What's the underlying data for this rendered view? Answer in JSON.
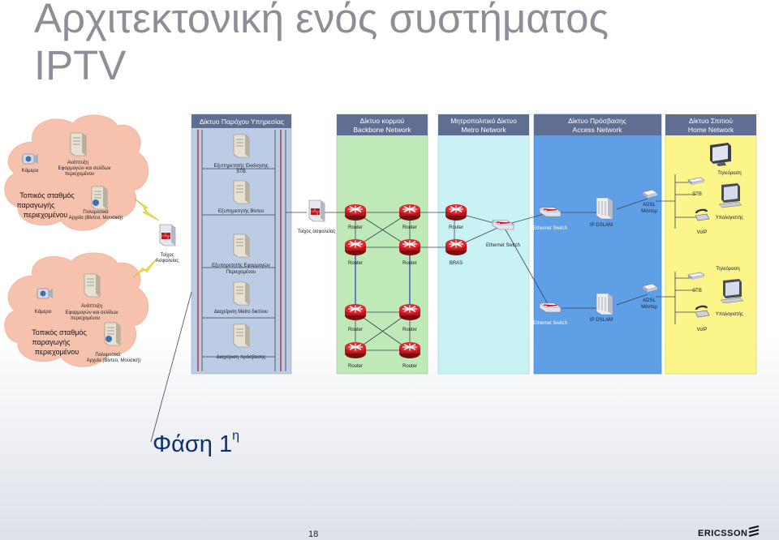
{
  "slide": {
    "title_line1": "Αρχιτεκτονική ενός συστήματος",
    "title_line2": "IPTV",
    "phase_text": "Φάση 1",
    "phase_sup": "η",
    "page_number": "18",
    "logo_text": "ERICSSON"
  },
  "zones": {
    "provider": "Δίκτυο Παρόχου Υπηρεσίας",
    "backbone_gr": "Δίκτυο κορμού",
    "backbone_en": "Backbone Network",
    "metro_gr": "Μητροπολιτικό Δίκτυο",
    "metro_en": "Metro Network",
    "access_gr": "Δίκτυο Πρόσβασης",
    "access_en": "Access Network",
    "home_gr": "Δίκτυο Σπιτιού",
    "home_en": "Home Network"
  },
  "local_station": {
    "camera": "Κάμερα",
    "dev_server_1": "Ανάπτυξη",
    "dev_server_2": "Εφαρμογών και σελίδων",
    "dev_server_3": "περιεχομένου",
    "station_1": "Τοπικός σταθμός",
    "station_2": "παραγωγής",
    "station_3": "περιεχομένου",
    "media_1": "Πολυμεσικά",
    "media_2": "Αρχεία (Βίντεο, Μουσική)",
    "firewall_1": "Τοίχος",
    "firewall_2": "Ασφαλείας"
  },
  "provider_servers": {
    "stb_server_1": "Εξυπηρετητής Εκκίνησης",
    "stb_server_2": "STB",
    "video_server": "Εξυπηρετητής Βίντεο",
    "app_server_1": "Εξυπηρετητής Εφαρμογών",
    "app_server_2": "Περιεχομένου",
    "metro_mgmt": "Διαχείριση Metro δικτύου",
    "access_mgmt": "Διαχείριση πρόσβασης",
    "firewall": "Τοίχος ασφαλείας"
  },
  "network": {
    "router": "Router",
    "bras": "BRAS",
    "ethernet_switch": "Ethernet Switch",
    "ip_dslam": "IP DSLAM",
    "adsl_modem_1": "ADSL",
    "adsl_modem_2": "Μόντεμ"
  },
  "home": {
    "tv": "Τηλεόραση",
    "stb": "STB",
    "pc": "Υπολογιστής",
    "voip": "VoIP"
  },
  "colors": {
    "title": "#8c8f98",
    "provider_zone": "#bccce4",
    "backbone_zone": "#bfe9b8",
    "metro_zone": "#c9f2f4",
    "access_zone": "#5f9fe6",
    "home_zone": "#fbf58a",
    "header": "#5f6e92",
    "cloud": "#f7c2ad",
    "phase_text": "#0b2f73"
  }
}
